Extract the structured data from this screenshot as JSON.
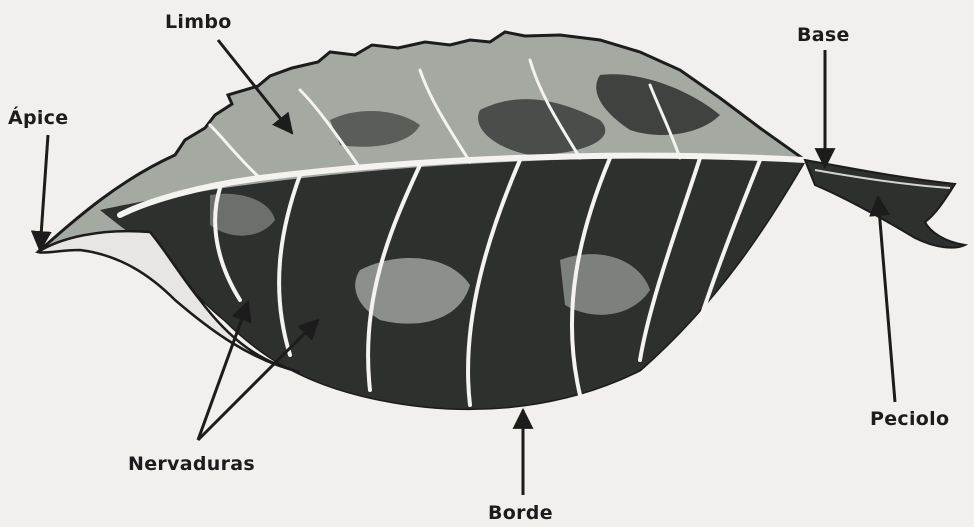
{
  "labels": {
    "limbo": "Limbo",
    "base": "Base",
    "apice": "Ápice",
    "peciolo": "Peciolo",
    "nervaduras": "Nervaduras",
    "borde": "Borde"
  },
  "colors": {
    "background": "#f2f0ec",
    "leaf_light": "#a4aaa2",
    "leaf_dark": "#2e302d",
    "veins": "#f4f3ef",
    "ink": "#1c1c1c"
  }
}
